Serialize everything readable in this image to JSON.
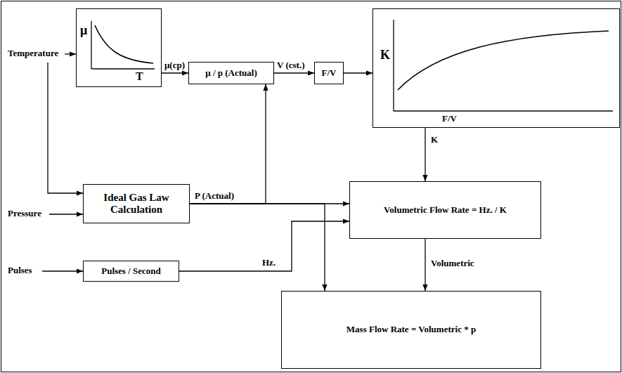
{
  "diagram": {
    "nodes": [
      {
        "text": [
          "μ",
          "T"
        ]
      },
      {
        "text": [
          "μ / p (Actual)"
        ]
      },
      {
        "text": [
          "F/V"
        ]
      },
      {
        "text": [
          "K",
          "F/V"
        ]
      },
      {
        "text": [
          "Ideal Gas Law Calculation"
        ]
      },
      {
        "text": [
          "Volumetric Flow Rate = Hz. / K"
        ]
      },
      {
        "text": [
          "Pulses / Second"
        ]
      },
      {
        "text": [
          "Mass Flow Rate = Volumetric * p"
        ]
      }
    ],
    "edges": [
      {
        "from": 0,
        "to": 1,
        "arrow": "to",
        "label": "μ(cp)"
      },
      {
        "from": 1,
        "to": 2,
        "arrow": "to",
        "label": "V (cst.)"
      },
      {
        "from": 2,
        "to": 3,
        "arrow": "to"
      },
      {
        "from": 3,
        "to": 5,
        "arrow": "to",
        "label": "K"
      },
      {
        "from": 4,
        "to": 5,
        "arrow": "to",
        "label": "P (Actual)"
      },
      {
        "from": 4,
        "to": 1,
        "arrow": "to"
      },
      {
        "from": 4,
        "to": 7,
        "arrow": "to"
      },
      {
        "from": 6,
        "to": 5,
        "arrow": "to",
        "label": "Hz."
      },
      {
        "from": 5,
        "to": 7,
        "arrow": "to",
        "label": "Volumetric"
      }
    ],
    "labels": [
      "Temperature",
      "Pressure",
      "Pulses"
    ]
  }
}
